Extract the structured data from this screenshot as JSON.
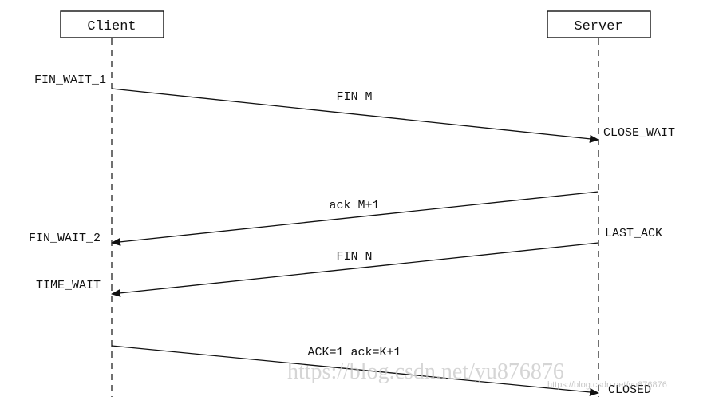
{
  "participants": {
    "client": "Client",
    "server": "Server"
  },
  "client_states": {
    "fin_wait_1": "FIN_WAIT_1",
    "fin_wait_2": "FIN_WAIT_2",
    "time_wait": "TIME_WAIT"
  },
  "server_states": {
    "close_wait": "CLOSE_WAIT",
    "last_ack": "LAST_ACK",
    "closed": "CLOSED"
  },
  "messages": {
    "fin_m": "FIN M",
    "ack_m1": "ack M+1",
    "fin_n": "FIN N",
    "ack_k1": "ACK=1 ack=K+1"
  },
  "watermark": {
    "main": "https://blog.csdn.net/yu876876",
    "small": "https://blog.csdn.net/yu876876"
  },
  "colors": {
    "line": "#111111",
    "lifeline": "#333333",
    "watermark": "#c8c8c8"
  }
}
